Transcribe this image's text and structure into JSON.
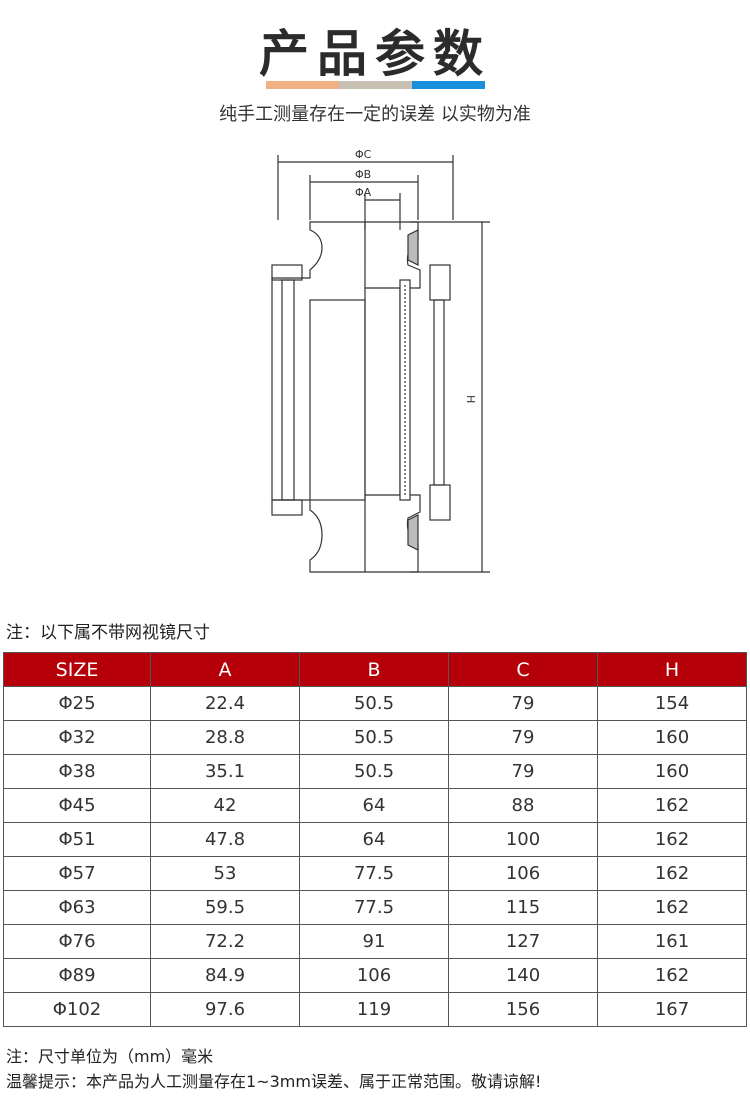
{
  "header": {
    "title": "产品参数",
    "subtitle": "纯手工测量存在一定的误差 以实物为准",
    "bar_colors": [
      "#f2b183",
      "#c9c0b4",
      "#1a8fdb"
    ]
  },
  "diagram": {
    "labels": {
      "c": "ΦC",
      "b": "ΦB",
      "a": "ΦA",
      "h": "H"
    }
  },
  "note_top": "注：以下属不带网视镜尺寸",
  "table": {
    "header_color": "#b5000a",
    "columns": [
      "SIZE",
      "A",
      "B",
      "C",
      "H"
    ],
    "rows": [
      [
        "Φ25",
        "22.4",
        "50.5",
        "79",
        "154"
      ],
      [
        "Φ32",
        "28.8",
        "50.5",
        "79",
        "160"
      ],
      [
        "Φ38",
        "35.1",
        "50.5",
        "79",
        "160"
      ],
      [
        "Φ45",
        "42",
        "64",
        "88",
        "162"
      ],
      [
        "Φ51",
        "47.8",
        "64",
        "100",
        "162"
      ],
      [
        "Φ57",
        "53",
        "77.5",
        "106",
        "162"
      ],
      [
        "Φ63",
        "59.5",
        "77.5",
        "115",
        "162"
      ],
      [
        "Φ76",
        "72.2",
        "91",
        "127",
        "161"
      ],
      [
        "Φ89",
        "84.9",
        "106",
        "140",
        "162"
      ],
      [
        "Φ102",
        "97.6",
        "119",
        "156",
        "167"
      ]
    ]
  },
  "footer": {
    "unit_note": "注：尺寸单位为（mm）毫米",
    "tip": "温馨提示：本产品为人工测量存在1~3mm误差、属于正常范围。敬请谅解!"
  }
}
